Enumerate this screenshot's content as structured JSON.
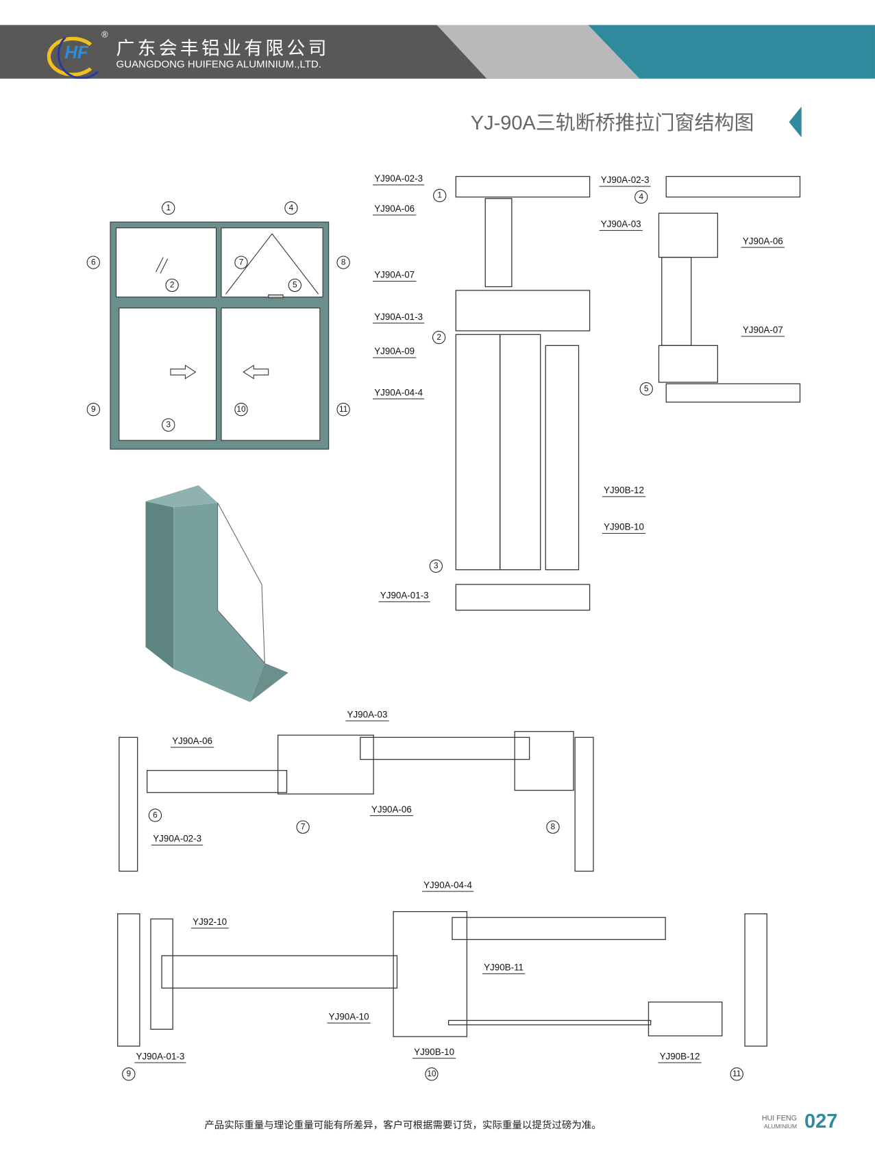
{
  "header": {
    "company_cn": "广东会丰铝业有限公司",
    "company_en": "GUANGDONG HUIFENG ALUMINIUM.,LTD.",
    "logo_text": "HF",
    "registered": "®"
  },
  "title": "YJ-90A三轨断桥推拉门窗结构图",
  "colors": {
    "dark": "#5a5757",
    "gray": "#b9b9b9",
    "teal": "#2e8a9c",
    "profile": "#6b8f8c"
  },
  "elevation_markers": [
    "1",
    "4",
    "6",
    "7",
    "8",
    "2",
    "5",
    "9",
    "10",
    "11",
    "3"
  ],
  "section_top": {
    "labels": [
      "YJ90A-02-3",
      "YJ90A-06",
      "YJ90A-07",
      "YJ90A-01-3",
      "YJ90A-09",
      "YJ90A-04-4",
      "YJ90B-12",
      "YJ90B-10",
      "YJ90A-01-3"
    ],
    "markers": [
      "1",
      "2",
      "3"
    ]
  },
  "section_right": {
    "labels": [
      "YJ90A-02-3",
      "YJ90A-03",
      "YJ90A-06",
      "YJ90A-07"
    ],
    "markers": [
      "4",
      "5"
    ]
  },
  "section_mid": {
    "labels": [
      "YJ90A-03",
      "YJ90A-06",
      "YJ90A-02-3",
      "YJ90A-06"
    ],
    "markers": [
      "6",
      "7",
      "8"
    ]
  },
  "section_bottom": {
    "labels": [
      "YJ90A-04-4",
      "YJ92-10",
      "YJ90B-11",
      "YJ90A-10",
      "YJ90A-01-3",
      "YJ90B-10",
      "YJ90B-12"
    ],
    "markers": [
      "9",
      "10",
      "11"
    ]
  },
  "footer": {
    "note": "产品实际重量与理论重量可能有所差异，客户可根据需要订货，实际重量以提货过磅为准。",
    "brand_line1": "HUI FENG",
    "brand_line2": "ALUMINIUM",
    "page": "027"
  }
}
